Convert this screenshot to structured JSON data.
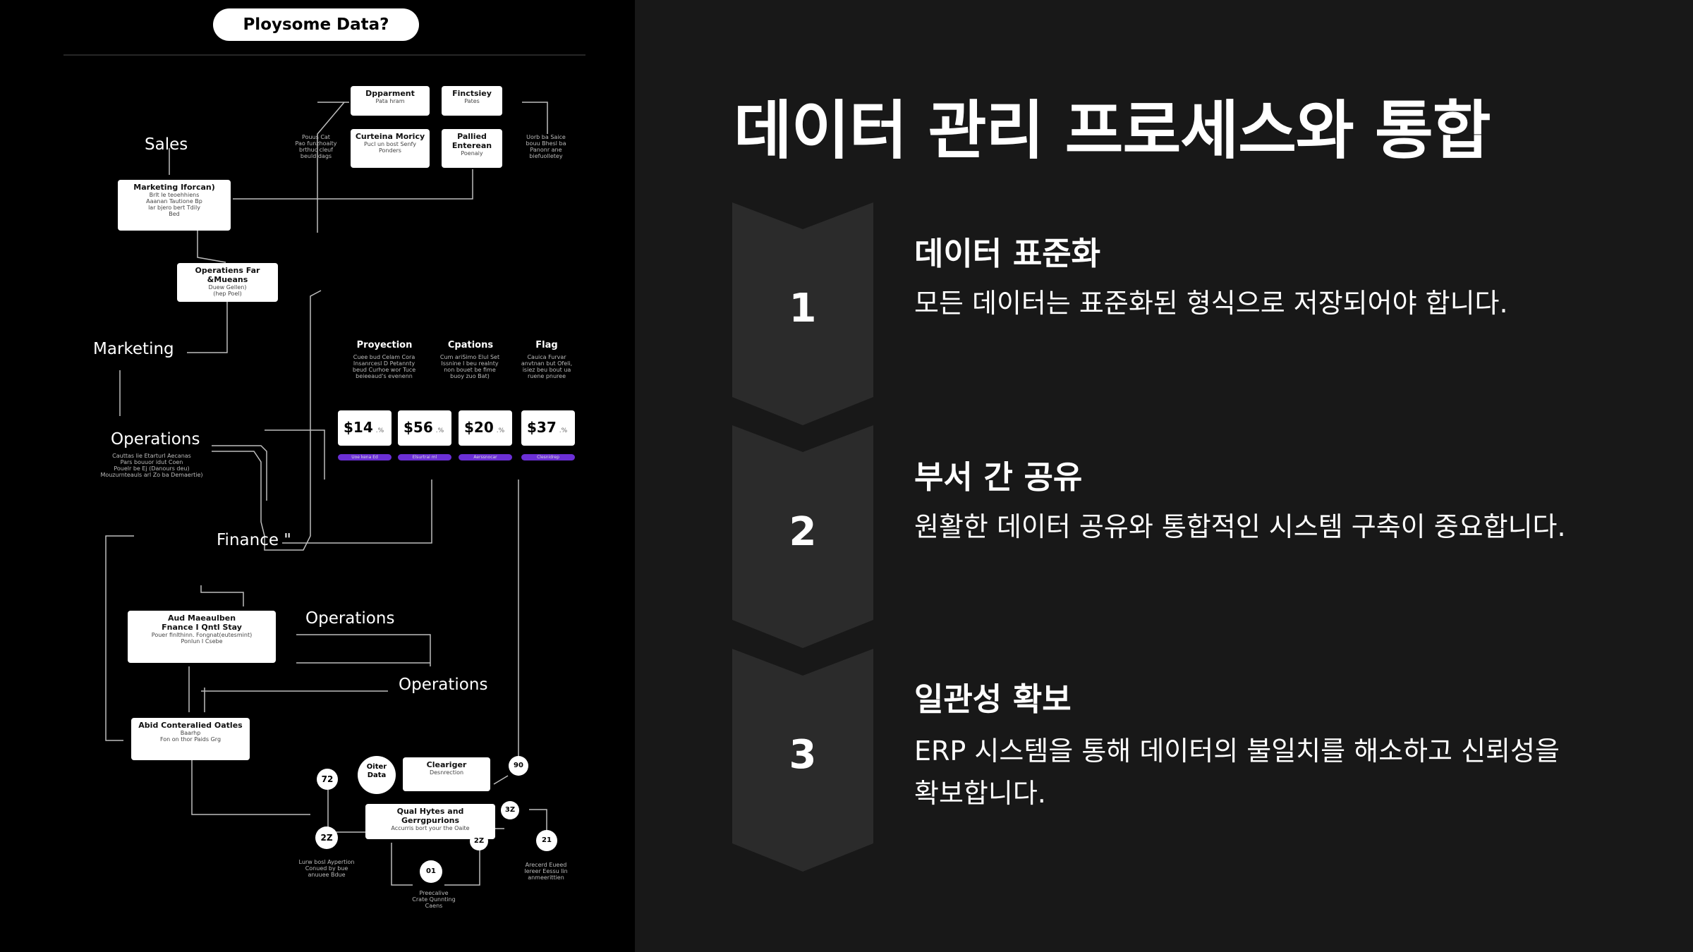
{
  "diagram": {
    "top_title": "Ploysome Data?",
    "labels": {
      "sales": "Sales",
      "marketing": "Marketing",
      "operations_1": "Operations",
      "finance": "Finance \"",
      "operations_2": "Operations",
      "operations_3": "Operations"
    },
    "boxes": {
      "dept": {
        "title": "Dpparment",
        "sub": "Pata hram"
      },
      "fin": {
        "title": "Finctsiey",
        "sub": "Pates"
      },
      "money": {
        "title": "Curteina Moricy",
        "sub": "Pucl un bost Senfy\nPonders"
      },
      "failed": {
        "title": "Pallied Enterean",
        "sub": "Poenaiy"
      },
      "mktg": {
        "title": "Marketing Iforcan)",
        "sub": "Brlt le teoehhiens\nAaanan Tautione Bp\nlar bjero bert Tdily\nBed"
      },
      "ops": {
        "title": "Operatiens Far &Mueans",
        "sub": "Duew Gellen)\n(hep Poel)"
      },
      "aud": {
        "title": "Aud Maeaulben\nFnance I Qntl Stay",
        "sub": "Pouer finlthinn. Fongnat(eutesmint)\nPonlun I Csebe"
      },
      "abid": {
        "title": "Abid Conteralied Oatles",
        "sub": "Baarhp\nFon on thor Paids Grg"
      },
      "clear": {
        "title": "Cleariger",
        "sub": "Desnrection"
      },
      "qual": {
        "title": "Qual Hytes and Gerrgpurions",
        "sub": "Accurris bort your the Oaite"
      },
      "oiter": {
        "title": "Oiter\nData",
        "sub": ""
      }
    },
    "side_notes": {
      "left_top": "Pouus Cat\nPao funzhoaity\nbrthuc cleuf\nbeuld dags",
      "right_top": "Uorb ba Saice\nbouu Bhesl ba\nPanonr ane\nbiefuolletey",
      "ops_note": "Cauttas lie Etarturl Aecanas\nPars bouuor idut Coen\nPouelr be Ej (Danours deu)\nMouzurnteauls arl Zo ba Demaertie)",
      "bottom_left": "Lurw bosl Aypertion\nConued by bue\nanuuee Bdue",
      "bottom_right": "Arecerd Eueed\nIereer Eessu lin\nanmeerittien",
      "bottom_mid": "Preecalive\nCrate Qunnting\nCaens"
    },
    "columns": [
      {
        "head": "Proyection",
        "note": "Cuee bud Celam Cora\nInsanrcesl D Petannty\nbeud Curhoe wor Tuce\nbeieeaud's evenenn"
      },
      {
        "head": "Cpations",
        "note": "Cum ariSimo Elul Set\nIssnine I beu realnty\nnon bouet be fime\nbuoy zuo Bat)"
      },
      {
        "head": "Flag",
        "note": "Cauica Furvar\nanvtnan but Ofeli,\nisiez beu bout ua\nruene pnuree"
      }
    ],
    "prices": [
      {
        "value": "$14",
        "pct": ".%",
        "tag": "Uoe kena Ed"
      },
      {
        "value": "$56",
        "pct": ".%",
        "tag": "Elsurtrai ml"
      },
      {
        "value": "$20",
        "pct": ".%",
        "tag": "Aerssnocar"
      },
      {
        "value": "$37",
        "pct": ".%",
        "tag": "Clesnidrep"
      }
    ],
    "circles": [
      "72",
      "90",
      "2Z",
      "3Z",
      "2Z",
      "21",
      "01"
    ]
  },
  "slide": {
    "title": "데이터 관리 프로세스와 통합",
    "steps": [
      {
        "num": "1",
        "title": "데이터 표준화",
        "desc": "모든 데이터는 표준화된 형식으로 저장되어야 합니다."
      },
      {
        "num": "2",
        "title": "부서 간 공유",
        "desc": "원활한 데이터 공유와 통합적인 시스템 구축이 중요합니다."
      },
      {
        "num": "3",
        "title": "일관성 확보",
        "desc": "ERP 시스템을 통해 데이터의 불일치를 해소하고 신뢰성을 확보합니다."
      }
    ]
  },
  "colors": {
    "background": "#181818",
    "left_panel": "#000000",
    "chevron": "#2b2b2b",
    "accent_purple": "#6b2fd6"
  }
}
